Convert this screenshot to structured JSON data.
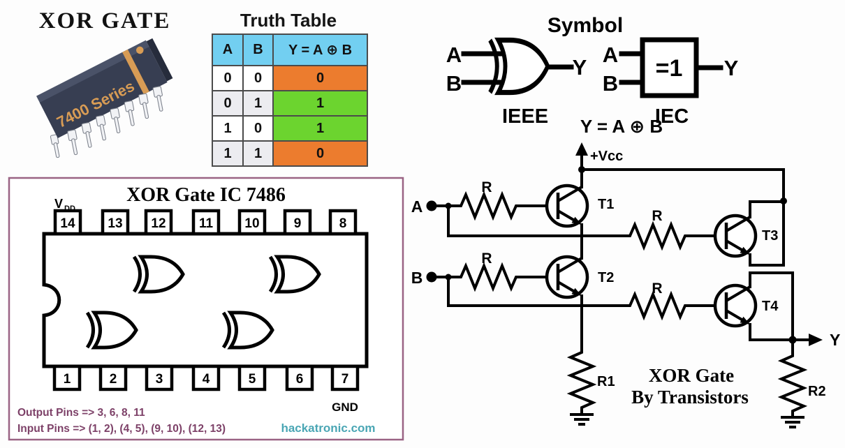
{
  "colors": {
    "table-header": "#72cff1",
    "table-orange": "#ec7c2e",
    "table-green": "#6cd42f",
    "table-row-alt": "#ececf0",
    "panel-border": "#9a6384",
    "accent-purple": "#7d4168",
    "teal": "#4aa6b4",
    "chip-body": "#373e52",
    "chip-top": "#4a5268",
    "chip-end": "#262c3c",
    "chip-accent": "#d89c55"
  },
  "header": {
    "title": "XOR GATE",
    "chip_label": "7400 Series"
  },
  "truth_table": {
    "title": "Truth Table",
    "columns": [
      "A",
      "B",
      "Y = A ⊕ B"
    ],
    "rows": [
      {
        "a": "0",
        "b": "0",
        "y": "0"
      },
      {
        "a": "0",
        "b": "1",
        "y": "1"
      },
      {
        "a": "1",
        "b": "0",
        "y": "1"
      },
      {
        "a": "1",
        "b": "1",
        "y": "0"
      }
    ]
  },
  "symbols": {
    "title": "Symbol",
    "input_a": "A",
    "input_b": "B",
    "output_y": "Y",
    "ieee_label": "IEEE",
    "iec_label": "IEC",
    "iec_box_text": "=1",
    "equation": "Y = A ⊕ B"
  },
  "ic_panel": {
    "title": "XOR Gate IC 7486",
    "vdd_label": "V",
    "vdd_sub": "DD",
    "gnd_label": "GND",
    "top_pins": [
      "14",
      "13",
      "12",
      "11",
      "10",
      "9",
      "8"
    ],
    "bottom_pins": [
      "1",
      "2",
      "3",
      "4",
      "5",
      "6",
      "7"
    ],
    "output_pins_note": "Output Pins => 3, 6, 8, 11",
    "input_pins_note": "Input Pins => (1, 2), (4, 5), (9, 10), (12, 13)",
    "website": "hackatronic.com"
  },
  "transistor_circuit": {
    "title_line1": "XOR Gate",
    "title_line2": "By Transistors",
    "vcc_label": "+Vcc",
    "input_a": "A",
    "input_b": "B",
    "output_y": "Y",
    "r_a": "R",
    "r_b": "R",
    "r_c": "R",
    "r_d": "R",
    "r1": "R1",
    "r2": "R2",
    "t1": "T1",
    "t2": "T2",
    "t3": "T3",
    "t4": "T4"
  }
}
